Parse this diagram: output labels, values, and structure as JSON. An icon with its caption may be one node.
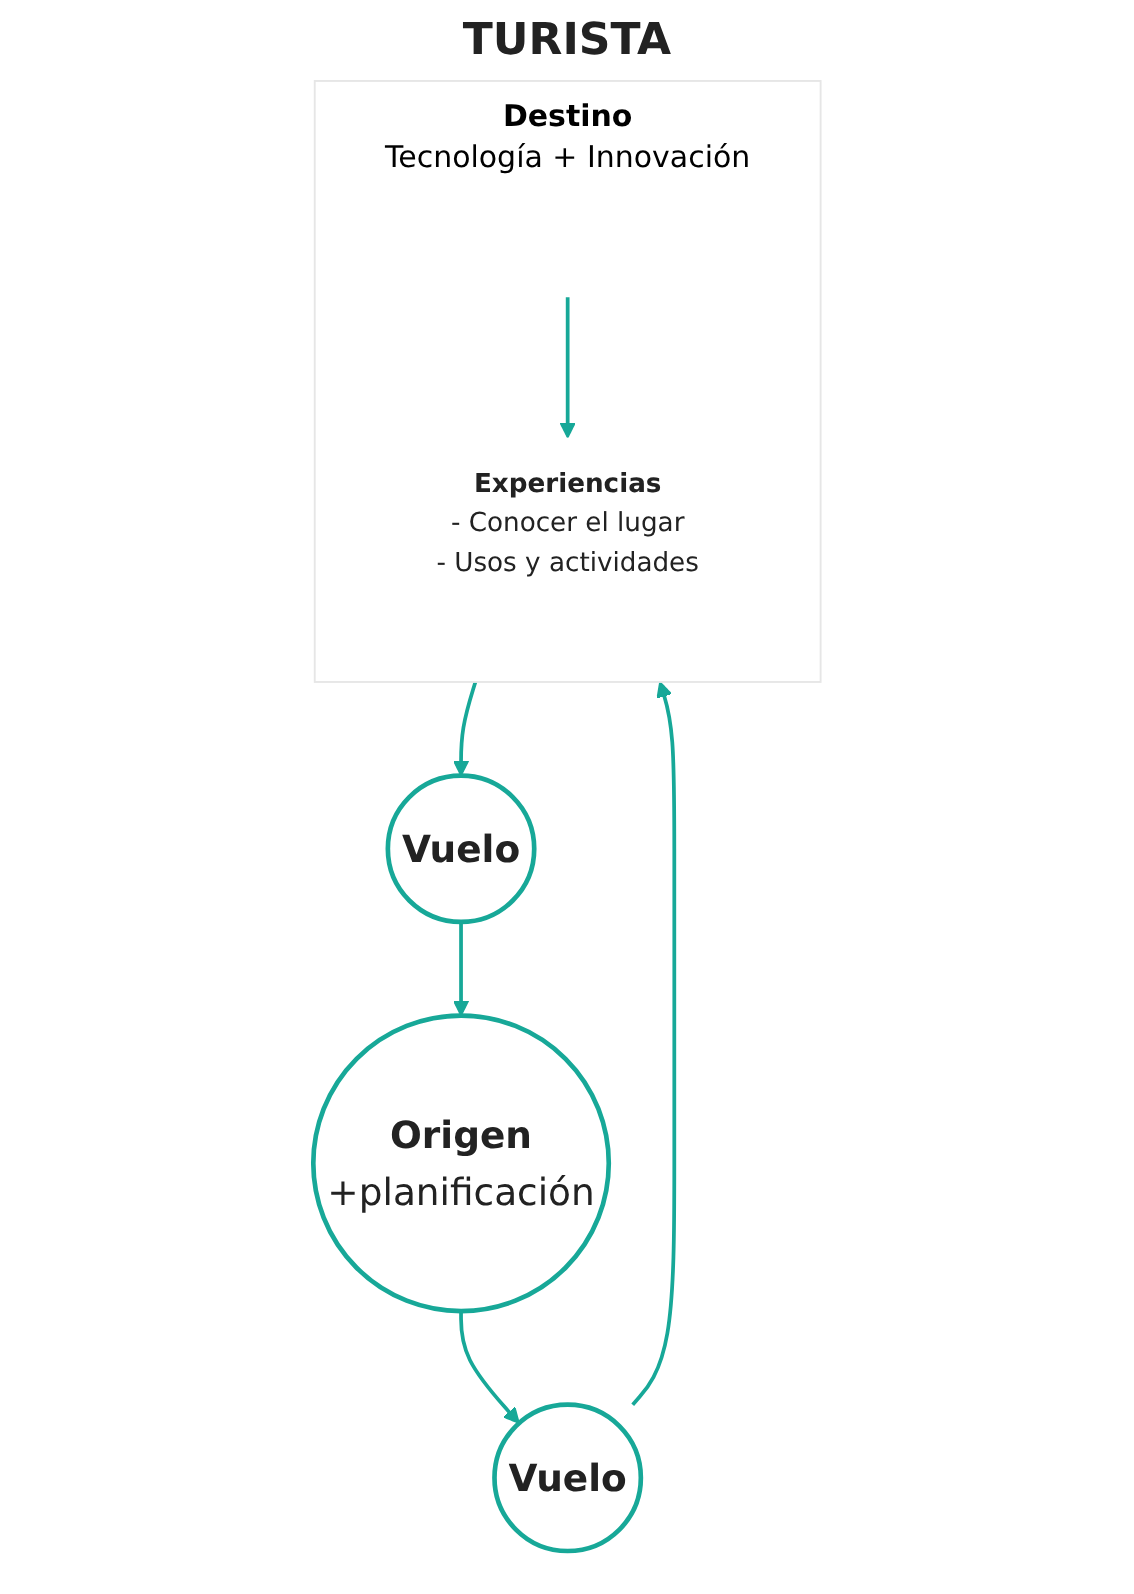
{
  "diagram": {
    "nodes": [
      {
        "text": [
          "Origen",
          "+planificación"
        ]
      },
      {
        "text": [
          "Vuelo"
        ]
      },
      {
        "text": [
          "Vuelo"
        ]
      },
      {
        "text": [
          "Destino",
          "Tecnología + Innovación"
        ]
      },
      {
        "text": [
          "Experiencias",
          "- Conocer el lugar",
          "- Usos y actividades"
        ],
        "in": 3
      }
    ],
    "edges": [
      {
        "from": 0,
        "to": 2,
        "arrow": "to"
      },
      {
        "from": 2,
        "to": 3,
        "arrow": "to"
      },
      {
        "from": 3,
        "to": 1,
        "arrow": "to"
      },
      {
        "from": 1,
        "to": 0,
        "arrow": "to"
      },
      {
        "from": null,
        "to": 4,
        "arrow": "to"
      }
    ],
    "labels": [
      "TURISTA"
    ]
  }
}
